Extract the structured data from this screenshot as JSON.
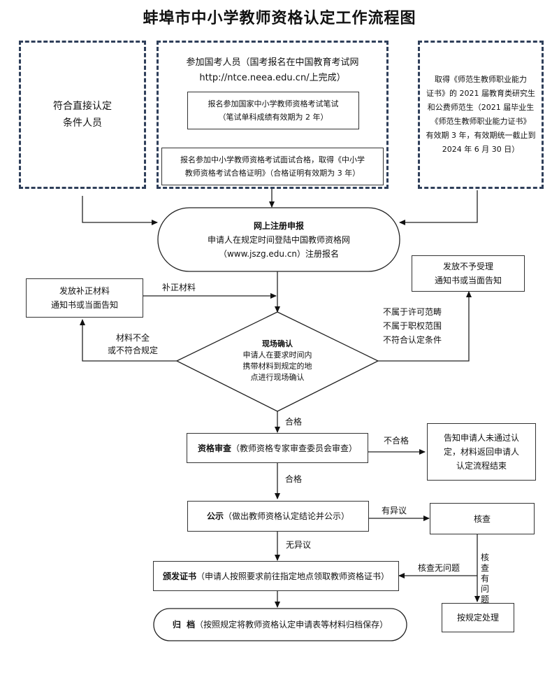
{
  "title": "蚌埠市中小学教师资格认定工作流程图",
  "left_box": {
    "line1": "符合直接认定",
    "line2": "条件人员"
  },
  "middle_box": {
    "line1": "参加国考人员（国考报名在中国教育考试网",
    "line2": "http://ntce.neea.edu.cn/上完成）",
    "written": {
      "line1": "报名参加国家中小学教师资格考试笔试",
      "line2": "（笔试单科成绩有效期为 2 年）"
    },
    "interview": {
      "line1": "报名参加中小学教师资格考试面试合格，取得《中小学",
      "line2": "教师资格考试合格证明》（合格证明有效期为 3 年）"
    }
  },
  "right_box": {
    "lines": [
      "取得《师范生教师职业能力",
      "证书》的 2021 届教育类研究生",
      "和公费师范生（2021 届毕业生",
      "《师范生教师职业能力证书》",
      "有效期 3 年，有效期统一截止到",
      "2024 年 6 月 30 日）"
    ]
  },
  "register": {
    "title": "网上注册申报",
    "line1": "申请人在规定时间登陆中国教师资格网",
    "line2": "（www.jszg.edu.cn）注册报名"
  },
  "supplement_box": {
    "line1": "发放补正材料",
    "line2": "通知书或当面告知"
  },
  "supplement_label": "补正材料",
  "incomplete_label": {
    "line1": "材料不全",
    "line2": "或不符合规定"
  },
  "reject_box": {
    "line1": "发放不予受理",
    "line2": "通知书或当面告知"
  },
  "reject_label": {
    "line1": "不属于许可范畴",
    "line2": "不属于职权范围",
    "line3": "不符合认定条件"
  },
  "onsite": {
    "title": "现场确认",
    "line1": "申请人在要求时间内",
    "line2": "携带材料到规定的地",
    "line3": "点进行现场确认"
  },
  "pass_label_1": "合格",
  "review": {
    "bold": "资格审查",
    "rest": "（教师资格专家审查委员会审查）"
  },
  "fail_label": "不合格",
  "fail_box": {
    "line1": "告知申请人未通过认",
    "line2": "定，材料返回申请人",
    "line3": "认定流程结束"
  },
  "pass_label_2": "合格",
  "publicity": {
    "bold": "公示",
    "rest": "（做出教师资格认定结论并公示）"
  },
  "objection_label": "有异议",
  "verify_box": "核查",
  "no_objection_label": "无异议",
  "issue": {
    "bold": "颁发证书",
    "rest": "（申请人按照要求前往指定地点领取教师资格证书）"
  },
  "verify_ok_label": "核查无问题",
  "verify_problem_label": "核查有问题",
  "handle_box": "按规定处理",
  "archive": {
    "bold": "归  档",
    "rest": "（按照规定将教师资格认定申请表等材料归档保存）"
  }
}
